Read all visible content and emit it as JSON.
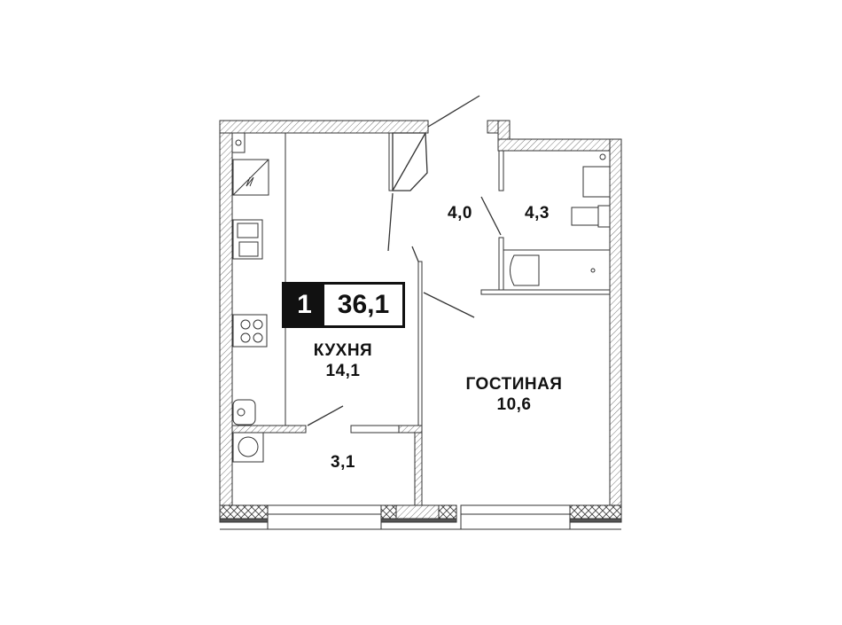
{
  "plan": {
    "rooms_count": "1",
    "total_area": "36,1",
    "rooms": [
      {
        "name": "КУХНЯ",
        "area": "14,1"
      },
      {
        "name": "ГОСТИНАЯ",
        "area": "10,6"
      },
      {
        "name": "",
        "area": "4,0"
      },
      {
        "name": "",
        "area": "4,3"
      },
      {
        "name": "",
        "area": "3,1"
      }
    ]
  }
}
